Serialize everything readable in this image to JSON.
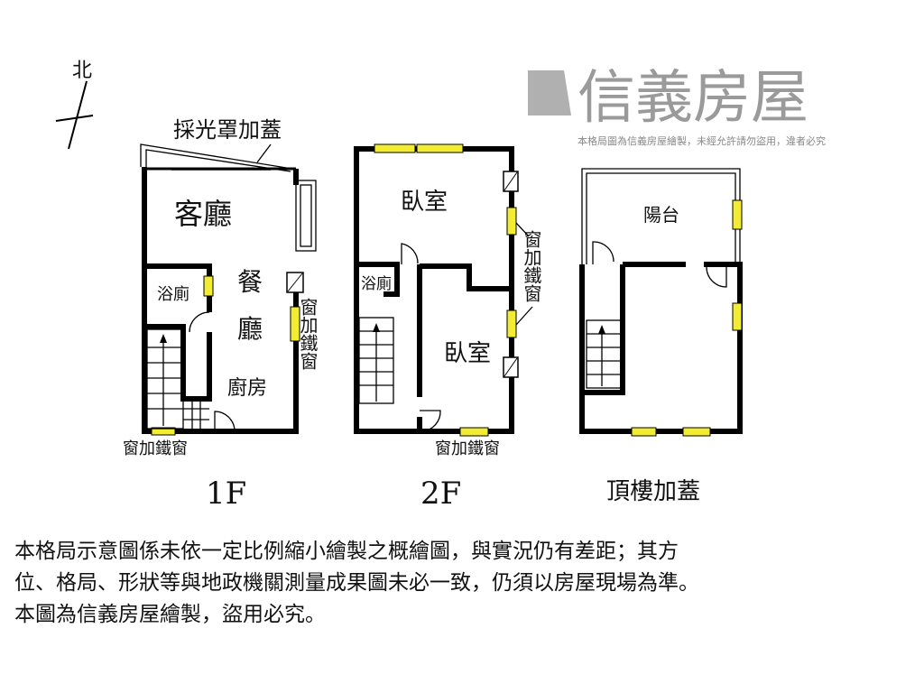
{
  "compass": {
    "label": "北"
  },
  "floors": [
    {
      "name": "1F",
      "rooms": [
        "客廳",
        "餐廳",
        "浴廁",
        "廚房"
      ],
      "annotations": [
        "採光罩加蓋",
        "窗加鐵窗",
        "窗加鐵窗"
      ]
    },
    {
      "name": "2F",
      "rooms": [
        "臥室",
        "浴廁",
        "臥室"
      ],
      "annotations": [
        "窗加鐵窗",
        "窗加鐵窗"
      ]
    },
    {
      "name": "頂樓加蓋",
      "rooms": [
        "陽台"
      ],
      "annotations": []
    }
  ],
  "watermark": {
    "brand": "信義房屋",
    "notice": "本格局圖為信義房屋繪製，未經允許請勿盜用，違者必究"
  },
  "disclaimer": [
    "本格局示意圖係未依一定比例縮小繪製之概繪圖，與實況仍有差距；其方",
    "位、格局、形狀等與地政機關測量成果圖未必一致，仍須以房屋現場為準。",
    "本圖為信義房屋繪製，盜用必究。"
  ],
  "colors": {
    "window": "#f2ec33",
    "wall": "#000000",
    "watermark": "#8a8a8a"
  }
}
